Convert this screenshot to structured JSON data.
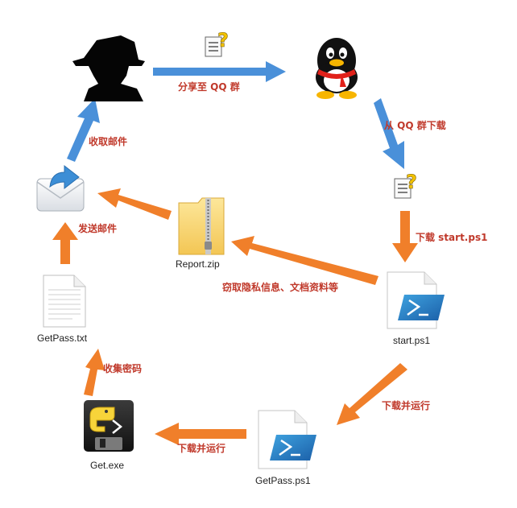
{
  "colors": {
    "blue_arrow": "#4a90d9",
    "orange_arrow": "#f07f2a",
    "label_red": "#c0392b",
    "text": "#222222"
  },
  "nodes": {
    "get_exe": {
      "label": "Get.exe",
      "icon": "python-exe-icon"
    },
    "getpass_txt": {
      "label": "GetPass.txt",
      "icon": "text-document-icon"
    },
    "report_zip": {
      "label": "Report.zip",
      "icon": "zip-folder-icon"
    },
    "start_ps1": {
      "label": "start.ps1",
      "icon": "powershell-script-icon"
    },
    "getpass_ps1": {
      "label": "GetPass.ps1",
      "icon": "powershell-script-icon"
    },
    "hacker": {
      "icon": "hacker-silhouette-icon"
    },
    "qq": {
      "icon": "qq-penguin-icon"
    },
    "mail": {
      "icon": "mail-send-icon"
    },
    "doc_top": {
      "icon": "unknown-document-icon"
    },
    "doc_mid": {
      "icon": "unknown-document-icon"
    }
  },
  "edges": {
    "share": "分享至 QQ 群",
    "download_qq": "从 QQ 群下载",
    "download_start": "下载 start.ps1",
    "steal": "窃取隐私信息、文档资料等",
    "send_mail": "发送邮件",
    "receive_mail": "收取邮件",
    "download_run_1": "下载并运行",
    "download_run_2": "下载并运行",
    "collect_pwd": "收集密码"
  }
}
